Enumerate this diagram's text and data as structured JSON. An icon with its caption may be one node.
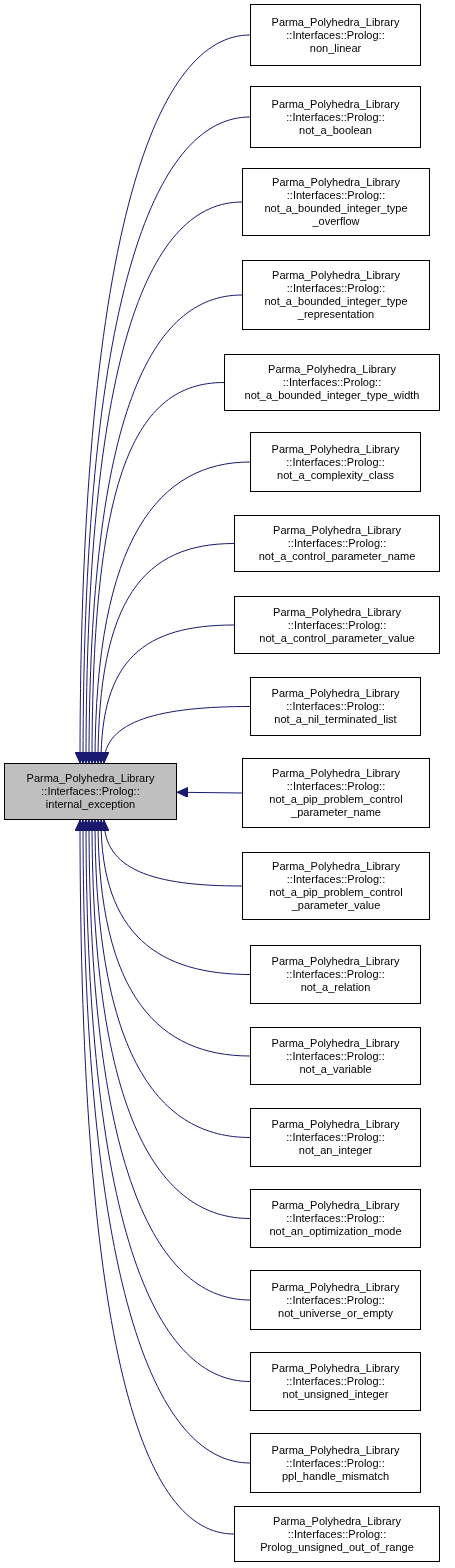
{
  "diagram": {
    "nodes": [
      {
        "text": [
          "Parma_Polyhedra_Library ::Interfaces::Prolog:: internal_exception"
        ]
      },
      {
        "text": [
          "Parma_Polyhedra_Library ::Interfaces::Prolog:: non_linear"
        ]
      },
      {
        "text": [
          "Parma_Polyhedra_Library ::Interfaces::Prolog:: not_a_boolean"
        ]
      },
      {
        "text": [
          "Parma_Polyhedra_Library ::Interfaces::Prolog:: not_a_bounded_integer_type _overflow"
        ]
      },
      {
        "text": [
          "Parma_Polyhedra_Library ::Interfaces::Prolog:: not_a_bounded_integer_type _representation"
        ]
      },
      {
        "text": [
          "Parma_Polyhedra_Library ::Interfaces::Prolog:: not_a_bounded_integer_type_width"
        ]
      },
      {
        "text": [
          "Parma_Polyhedra_Library ::Interfaces::Prolog:: not_a_complexity_class"
        ]
      },
      {
        "text": [
          "Parma_Polyhedra_Library ::Interfaces::Prolog:: not_a_control_parameter_name"
        ]
      },
      {
        "text": [
          "Parma_Polyhedra_Library ::Interfaces::Prolog:: not_a_control_parameter_value"
        ]
      },
      {
        "text": [
          "Parma_Polyhedra_Library ::Interfaces::Prolog:: not_a_nil_terminated_list"
        ]
      },
      {
        "text": [
          "Parma_Polyhedra_Library ::Interfaces::Prolog:: not_a_pip_problem_control _parameter_name"
        ]
      },
      {
        "text": [
          "Parma_Polyhedra_Library ::Interfaces::Prolog:: not_a_pip_problem_control _parameter_value"
        ]
      },
      {
        "text": [
          "Parma_Polyhedra_Library ::Interfaces::Prolog:: not_a_relation"
        ]
      },
      {
        "text": [
          "Parma_Polyhedra_Library ::Interfaces::Prolog:: not_a_variable"
        ]
      },
      {
        "text": [
          "Parma_Polyhedra_Library ::Interfaces::Prolog:: not_an_integer"
        ]
      },
      {
        "text": [
          "Parma_Polyhedra_Library ::Interfaces::Prolog:: not_an_optimization_mode"
        ]
      },
      {
        "text": [
          "Parma_Polyhedra_Library ::Interfaces::Prolog:: not_universe_or_empty"
        ]
      },
      {
        "text": [
          "Parma_Polyhedra_Library ::Interfaces::Prolog:: not_unsigned_integer"
        ]
      },
      {
        "text": [
          "Parma_Polyhedra_Library ::Interfaces::Prolog:: ppl_handle_mismatch"
        ]
      },
      {
        "text": [
          "Parma_Polyhedra_Library ::Interfaces::Prolog:: Prolog_unsigned_out_of_range"
        ]
      }
    ],
    "edges": [
      {
        "from": 1,
        "to": 0,
        "arrow": "to"
      },
      {
        "from": 2,
        "to": 0,
        "arrow": "to"
      },
      {
        "from": 3,
        "to": 0,
        "arrow": "to"
      },
      {
        "from": 4,
        "to": 0,
        "arrow": "to"
      },
      {
        "from": 5,
        "to": 0,
        "arrow": "to"
      },
      {
        "from": 6,
        "to": 0,
        "arrow": "to"
      },
      {
        "from": 7,
        "to": 0,
        "arrow": "to"
      },
      {
        "from": 8,
        "to": 0,
        "arrow": "to"
      },
      {
        "from": 9,
        "to": 0,
        "arrow": "to"
      },
      {
        "from": 10,
        "to": 0,
        "arrow": "to"
      },
      {
        "from": 11,
        "to": 0,
        "arrow": "to"
      },
      {
        "from": 12,
        "to": 0,
        "arrow": "to"
      },
      {
        "from": 13,
        "to": 0,
        "arrow": "to"
      },
      {
        "from": 14,
        "to": 0,
        "arrow": "to"
      },
      {
        "from": 15,
        "to": 0,
        "arrow": "to"
      },
      {
        "from": 16,
        "to": 0,
        "arrow": "to"
      },
      {
        "from": 17,
        "to": 0,
        "arrow": "to"
      },
      {
        "from": 18,
        "to": 0,
        "arrow": "to"
      },
      {
        "from": 19,
        "to": 0,
        "arrow": "to"
      }
    ]
  }
}
